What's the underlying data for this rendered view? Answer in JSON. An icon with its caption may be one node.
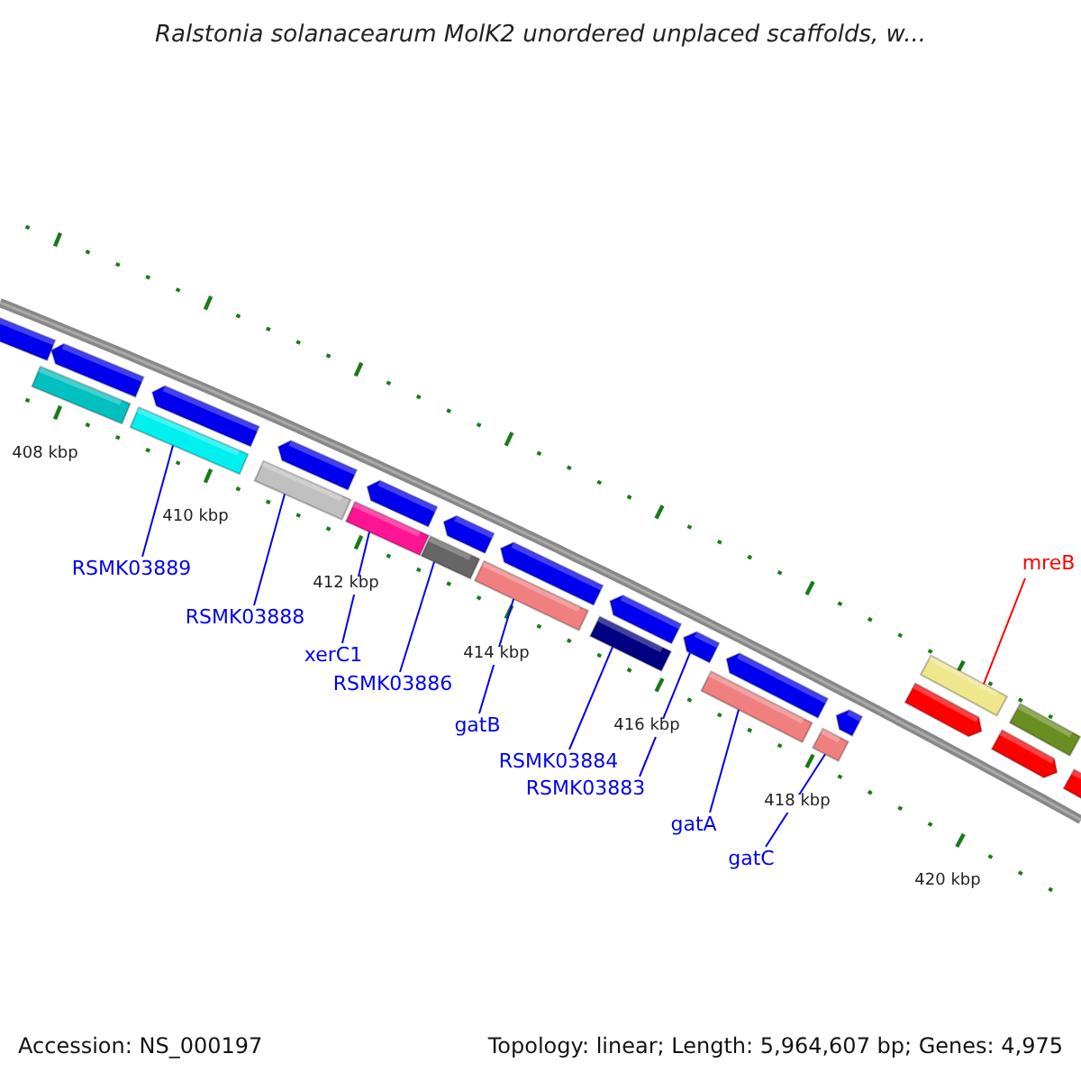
{
  "diagram": {
    "title": "Ralstonia solanacearum MolK2 unordered unplaced scaffolds, w...",
    "nodes": [
      {
        "text": [
          "mreB"
        ]
      },
      {
        "text": [
          "RSMK03889"
        ]
      },
      {
        "text": [
          "RSMK03888"
        ]
      },
      {
        "text": [
          "xerC1"
        ]
      },
      {
        "text": [
          "RSMK03886"
        ]
      },
      {
        "text": [
          "gatB"
        ]
      },
      {
        "text": [
          "RSMK03884"
        ]
      },
      {
        "text": [
          "RSMK03883"
        ]
      },
      {
        "text": [
          "gatA"
        ]
      },
      {
        "text": [
          "gatC"
        ]
      },
      {
        "text": [],
        "shape": "bar"
      },
      {
        "text": [],
        "shape": "bar"
      },
      {
        "text": [],
        "shape": "bar"
      },
      {
        "text": [],
        "shape": "bar"
      },
      {
        "text": [],
        "shape": "bar"
      },
      {
        "text": [],
        "shape": "bar"
      },
      {
        "text": [],
        "shape": "bar"
      },
      {
        "text": [],
        "shape": "bar"
      },
      {
        "text": [],
        "shape": "bar"
      },
      {
        "text": [],
        "shape": "bar"
      }
    ],
    "edges": [
      {
        "from": 0,
        "to": 19,
        "arrow": "none",
        "color": "#ff0000"
      },
      {
        "from": 1,
        "to": 10,
        "arrow": "none"
      },
      {
        "from": 2,
        "to": 11,
        "arrow": "none"
      },
      {
        "from": 3,
        "to": 12,
        "arrow": "none"
      },
      {
        "from": 4,
        "to": 13,
        "arrow": "none"
      },
      {
        "from": 5,
        "to": 14,
        "arrow": "none"
      },
      {
        "from": 6,
        "to": 15,
        "arrow": "none"
      },
      {
        "from": 7,
        "to": 16,
        "arrow": "none"
      },
      {
        "from": 8,
        "to": 17,
        "arrow": "none"
      },
      {
        "from": 9,
        "to": 18,
        "arrow": "none"
      }
    ],
    "labels": [
      "408 kbp",
      "410 kbp",
      "412 kbp",
      "414 kbp",
      "416 kbp",
      "418 kbp",
      "420 kbp",
      "Accession: NS_000197",
      "Topology: linear; Length: 5,964,607 bp; Genes: 4,975"
    ]
  }
}
